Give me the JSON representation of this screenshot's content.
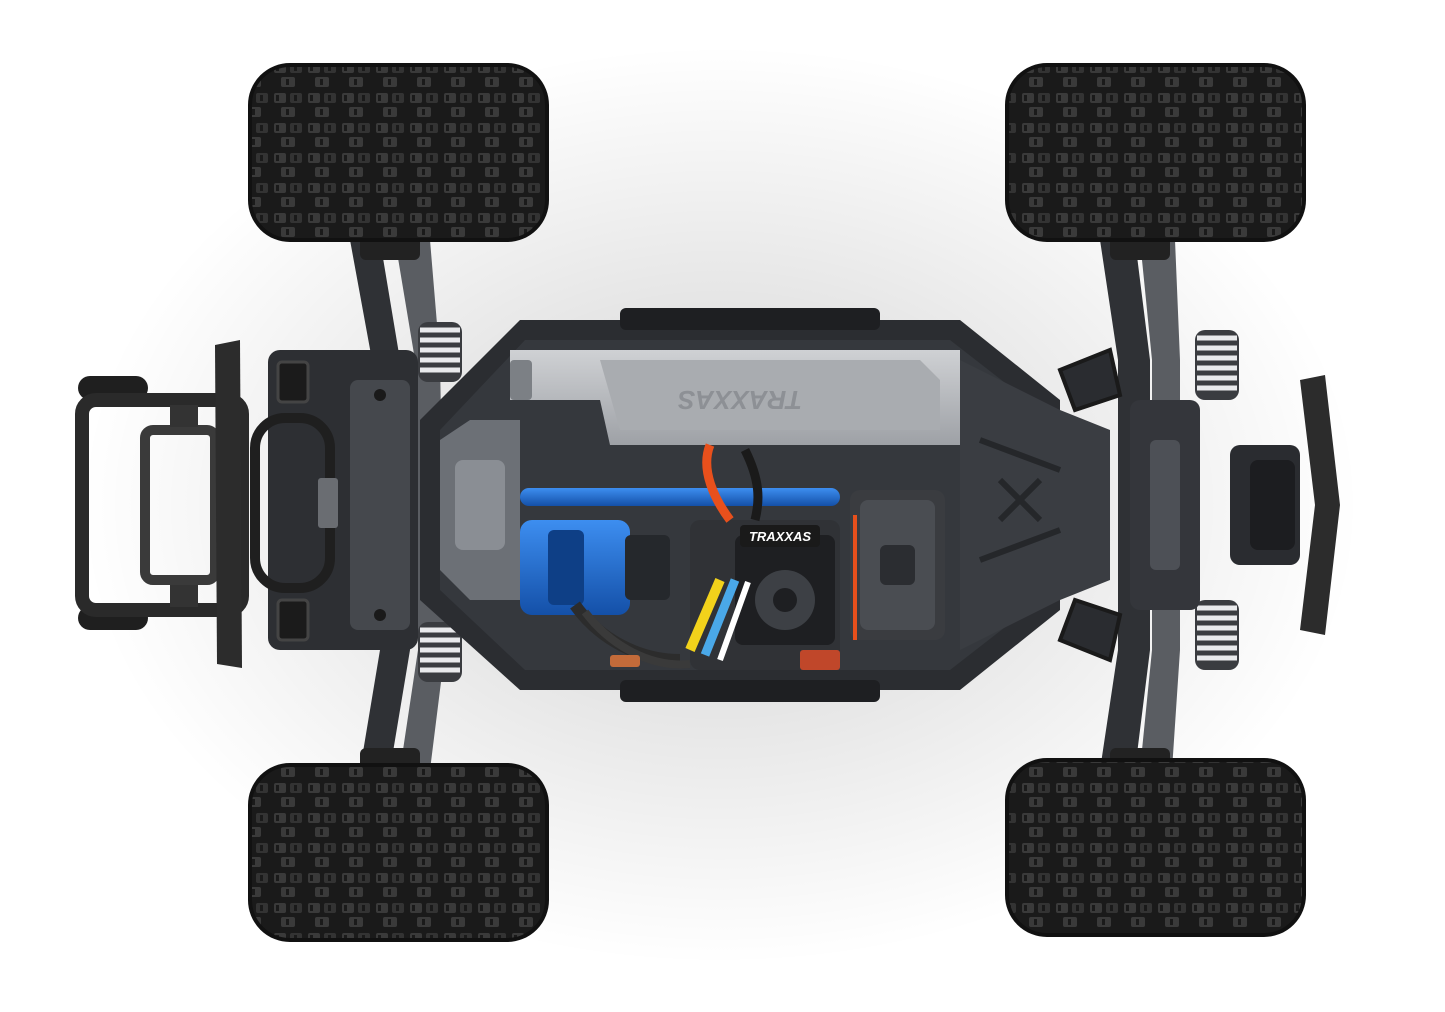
{
  "image": {
    "subject": "rc-monster-truck-chassis-top-view",
    "background_color": "#ffffff"
  },
  "labels": {
    "battery_strap_logo": "TRAXXAS",
    "esc_logo": "TRAXXAS"
  },
  "colors": {
    "tire": "#1c1c1c",
    "tire_tread": "#2e2e2e",
    "chassis": "#2b2d31",
    "chassis_light": "#4a4d52",
    "battery_strap": "#b9bbbf",
    "motor_blue": "#1f6fd1",
    "wire_orange": "#e8501c",
    "wire_yellow": "#f2d21b",
    "wire_blue": "#4aa8e8",
    "spring": "#e9eaec"
  }
}
